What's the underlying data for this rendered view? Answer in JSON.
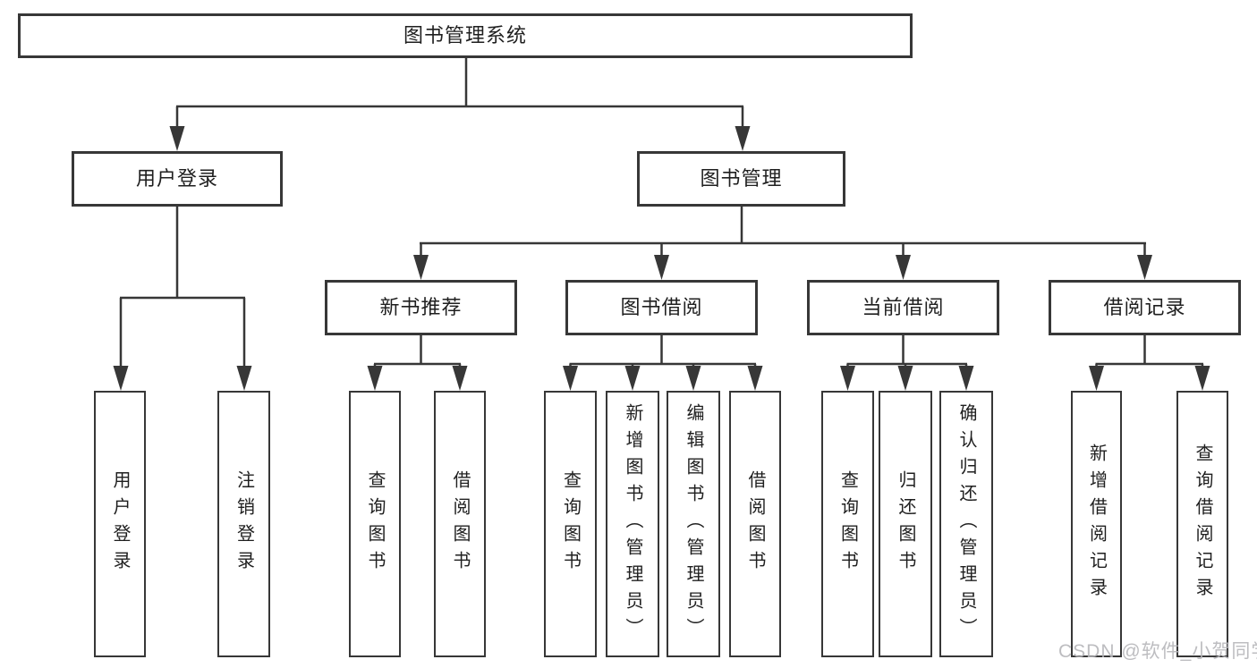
{
  "diagram": {
    "root": {
      "label": "图书管理系统"
    },
    "branches": [
      {
        "label": "用户登录",
        "leaves": [
          {
            "label": "用户登录"
          },
          {
            "label": "注销登录"
          }
        ]
      },
      {
        "label": "图书管理",
        "groups": [
          {
            "label": "新书推荐",
            "leaves": [
              {
                "label": "查询图书"
              },
              {
                "label": "借阅图书"
              }
            ]
          },
          {
            "label": "图书借阅",
            "leaves": [
              {
                "label": "查询图书"
              },
              {
                "label": "新增图书（管理员）"
              },
              {
                "label": "编辑图书（管理员）"
              },
              {
                "label": "借阅图书"
              }
            ]
          },
          {
            "label": "当前借阅",
            "leaves": [
              {
                "label": "查询图书"
              },
              {
                "label": "归还图书"
              },
              {
                "label": "确认归还（管理员）"
              }
            ]
          },
          {
            "label": "借阅记录",
            "leaves": [
              {
                "label": "新增借阅记录"
              },
              {
                "label": "查询借阅记录"
              }
            ]
          }
        ]
      }
    ]
  },
  "watermark": {
    "text": "CSDN @软件_小贺同学"
  },
  "colors": {
    "line": "#373737",
    "text": "#1f1f1f",
    "watermark": "#b6b6ba",
    "background": "#ffffff"
  }
}
